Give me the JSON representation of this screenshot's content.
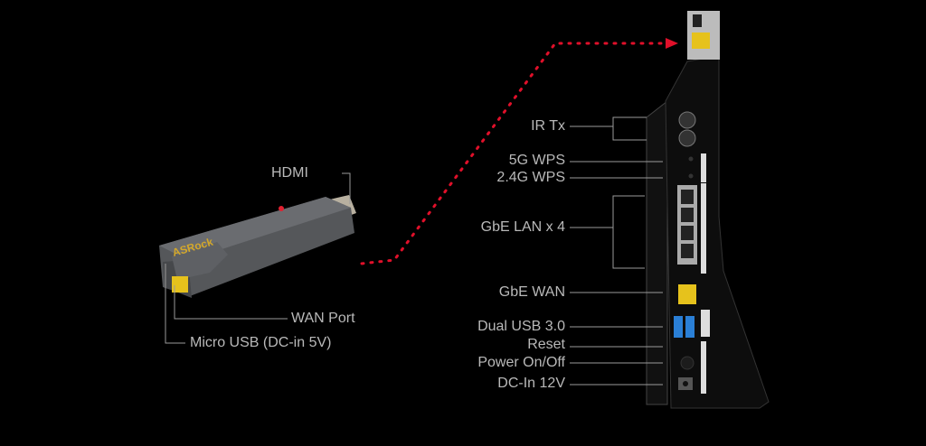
{
  "stick": {
    "brand": "ASRock",
    "labels": {
      "hdmi": "HDMI",
      "wan": "WAN Port",
      "usb": "Micro USB (DC-in 5V)"
    }
  },
  "router": {
    "labels": {
      "ir": "IR Tx",
      "wps5": "5G WPS",
      "wps24": "2.4G WPS",
      "lan": "GbE LAN x 4",
      "wan": "GbE WAN",
      "usb": "Dual USB 3.0",
      "reset": "Reset",
      "power": "Power On/Off",
      "dc": "DC-In 12V"
    }
  },
  "colors": {
    "label": "#b9b9b9",
    "arrow": "#e0102a",
    "port": "#e6c21c",
    "usb": "#2a7fd6"
  }
}
